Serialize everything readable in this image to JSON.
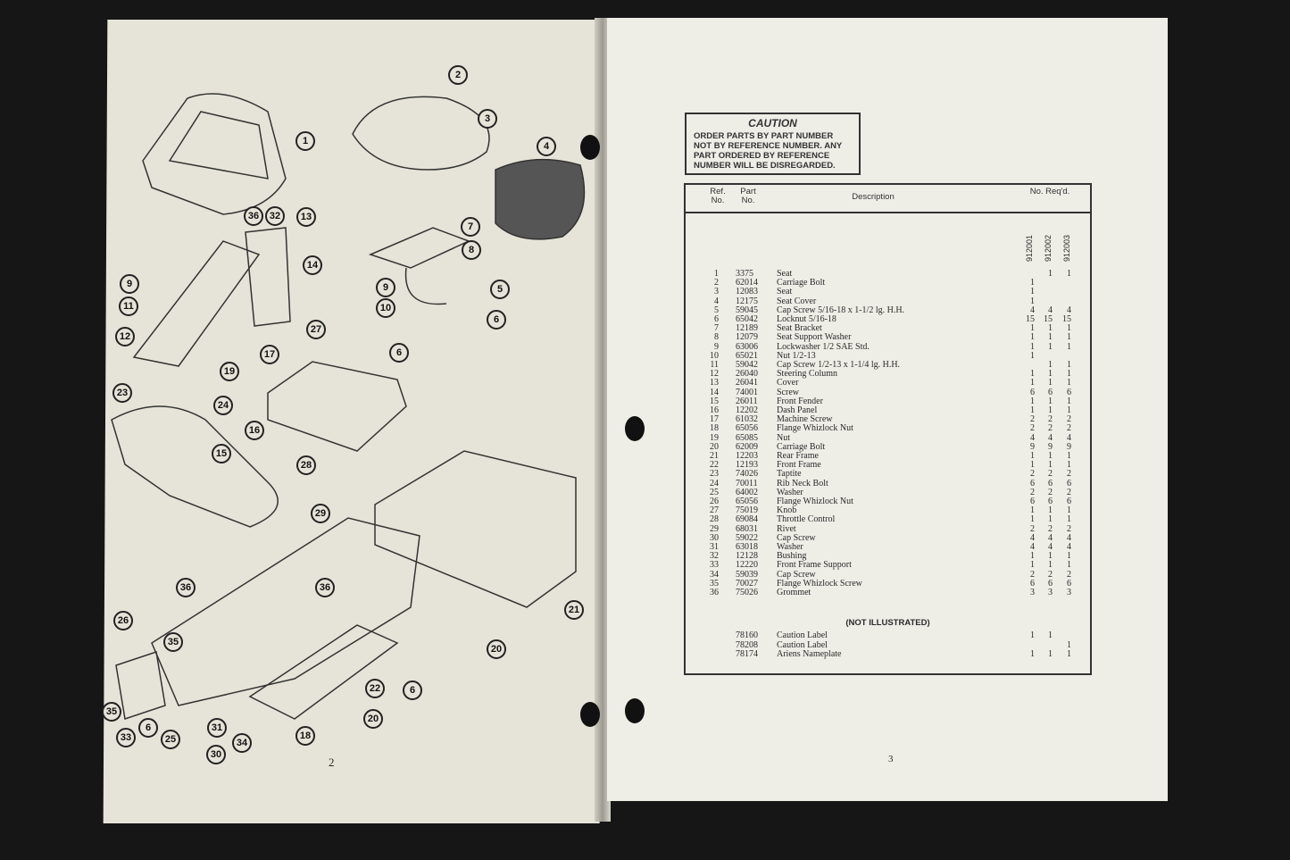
{
  "left_page": {
    "page_number": "2",
    "callouts": [
      "1",
      "2",
      "3",
      "4",
      "36",
      "32",
      "13",
      "14",
      "7",
      "8",
      "9",
      "11",
      "9",
      "5",
      "10",
      "6",
      "27",
      "12",
      "17",
      "6",
      "19",
      "23",
      "24",
      "16",
      "15",
      "28",
      "29",
      "21",
      "36",
      "36",
      "26",
      "35",
      "20",
      "22",
      "6",
      "35",
      "33",
      "6",
      "25",
      "31",
      "34",
      "30",
      "20",
      "18"
    ]
  },
  "right_page": {
    "page_number": "3",
    "caution": {
      "title": "CAUTION",
      "lines": [
        "ORDER PARTS BY PART NUMBER",
        "NOT BY REFERENCE NUMBER. ANY",
        "PART ORDERED BY REFERENCE",
        "NUMBER WILL BE DISREGARDED."
      ]
    },
    "table": {
      "headers": {
        "ref": "Ref. No.",
        "part": "Part No.",
        "description": "Description",
        "qty": "No. Req'd."
      },
      "models": [
        "912001",
        "912002",
        "912003"
      ],
      "rows": [
        [
          "1",
          "3375",
          "Seat",
          "",
          "1",
          "1"
        ],
        [
          "2",
          "62014",
          "Carriage Bolt",
          "1",
          "",
          ""
        ],
        [
          "3",
          "12083",
          "Seat",
          "1",
          "",
          ""
        ],
        [
          "4",
          "12175",
          "Seat Cover",
          "1",
          "",
          ""
        ],
        [
          "5",
          "59045",
          "Cap Screw 5/16-18 x 1-1/2 lg. H.H.",
          "4",
          "4",
          "4"
        ],
        [
          "6",
          "65042",
          "Locknut 5/16-18",
          "15",
          "15",
          "15"
        ],
        [
          "7",
          "12189",
          "Seat Bracket",
          "1",
          "1",
          "1"
        ],
        [
          "8",
          "12079",
          "Seat Support Washer",
          "1",
          "1",
          "1"
        ],
        [
          "9",
          "63006",
          "Lockwasher 1/2 SAE Std.",
          "1",
          "1",
          "1"
        ],
        [
          "10",
          "65021",
          "Nut 1/2-13",
          "1",
          "",
          ""
        ],
        [
          "11",
          "59042",
          "Cap Screw 1/2-13 x 1-1/4 lg. H.H.",
          "",
          "1",
          "1"
        ],
        [
          "12",
          "26040",
          "Steering Column",
          "1",
          "1",
          "1"
        ],
        [
          "13",
          "26041",
          "Cover",
          "1",
          "1",
          "1"
        ],
        [
          "14",
          "74001",
          "Screw",
          "6",
          "6",
          "6"
        ],
        [
          "15",
          "26011",
          "Front Fender",
          "1",
          "1",
          "1"
        ],
        [
          "16",
          "12202",
          "Dash Panel",
          "1",
          "1",
          "1"
        ],
        [
          "17",
          "61032",
          "Machine Screw",
          "2",
          "2",
          "2"
        ],
        [
          "18",
          "65056",
          "Flange Whizlock Nut",
          "2",
          "2",
          "2"
        ],
        [
          "19",
          "65085",
          "Nut",
          "4",
          "4",
          "4"
        ],
        [
          "20",
          "62009",
          "Carriage Bolt",
          "9",
          "9",
          "9"
        ],
        [
          "21",
          "12203",
          "Rear Frame",
          "1",
          "1",
          "1"
        ],
        [
          "22",
          "12193",
          "Front Frame",
          "1",
          "1",
          "1"
        ],
        [
          "23",
          "74026",
          "Taptite",
          "2",
          "2",
          "2"
        ],
        [
          "24",
          "70011",
          "Rib Neck Bolt",
          "6",
          "6",
          "6"
        ],
        [
          "25",
          "64002",
          "Washer",
          "2",
          "2",
          "2"
        ],
        [
          "26",
          "65056",
          "Flange Whizlock Nut",
          "6",
          "6",
          "6"
        ],
        [
          "27",
          "75019",
          "Knob",
          "1",
          "1",
          "1"
        ],
        [
          "28",
          "69084",
          "Throttle Control",
          "1",
          "1",
          "1"
        ],
        [
          "29",
          "68031",
          "Rivet",
          "2",
          "2",
          "2"
        ],
        [
          "30",
          "59022",
          "Cap Screw",
          "4",
          "4",
          "4"
        ],
        [
          "31",
          "63018",
          "Washer",
          "4",
          "4",
          "4"
        ],
        [
          "32",
          "12128",
          "Bushing",
          "1",
          "1",
          "1"
        ],
        [
          "33",
          "12220",
          "Front Frame Support",
          "1",
          "1",
          "1"
        ],
        [
          "34",
          "59039",
          "Cap Screw",
          "2",
          "2",
          "2"
        ],
        [
          "35",
          "70027",
          "Flange Whizlock Screw",
          "6",
          "6",
          "6"
        ],
        [
          "36",
          "75026",
          "Grommet",
          "3",
          "3",
          "3"
        ]
      ],
      "not_illustrated_label": "(NOT ILLUSTRATED)",
      "not_illustrated": [
        [
          "",
          "78160",
          "Caution Label",
          "1",
          "1",
          ""
        ],
        [
          "",
          "78208",
          "Caution Label",
          "",
          "",
          "1"
        ],
        [
          "",
          "78174",
          "Ariens Nameplate",
          "1",
          "1",
          "1"
        ]
      ]
    }
  }
}
